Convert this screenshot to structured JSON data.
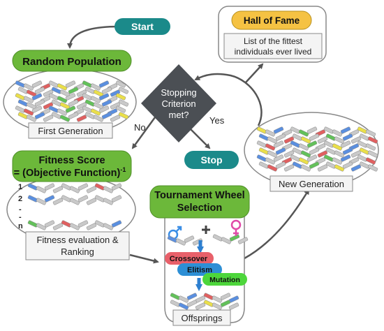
{
  "nodes": {
    "start": "Start",
    "random_population": "Random Population",
    "first_generation": "First Generation",
    "stopping_criterion": [
      "Stopping",
      "Criterion",
      "met?"
    ],
    "no": "No",
    "yes": "Yes",
    "stop": "Stop",
    "hall_of_fame": "Hall of Fame",
    "hall_of_fame_desc": [
      "List of the fittest",
      "individuals ever lived"
    ],
    "fitness_score": [
      "Fitness Score",
      "= (Objective Function)"
    ],
    "fitness_score_exp": "-1",
    "ranks": [
      "1",
      "2",
      "-",
      "-",
      "n"
    ],
    "fitness_eval": [
      "Fitness evaluation &",
      "Ranking"
    ],
    "tournament": [
      "Tournament Wheel",
      "Selection"
    ],
    "crossover": "Crossover",
    "elitism": "Elitism",
    "mutation": "Mutation",
    "new_generation": "New Generation",
    "offsprings": "Offsprings"
  },
  "colors": {
    "green": "#6cb83a",
    "teal": "#1b8a8a",
    "diamond": "#4b4f54",
    "hall_of_fame": "#f5c243",
    "crossover": "#e8606a",
    "elitism": "#2d8fd5",
    "mutation": "#4dd63b",
    "male": "#3a8ee6",
    "female": "#e04aa8"
  }
}
